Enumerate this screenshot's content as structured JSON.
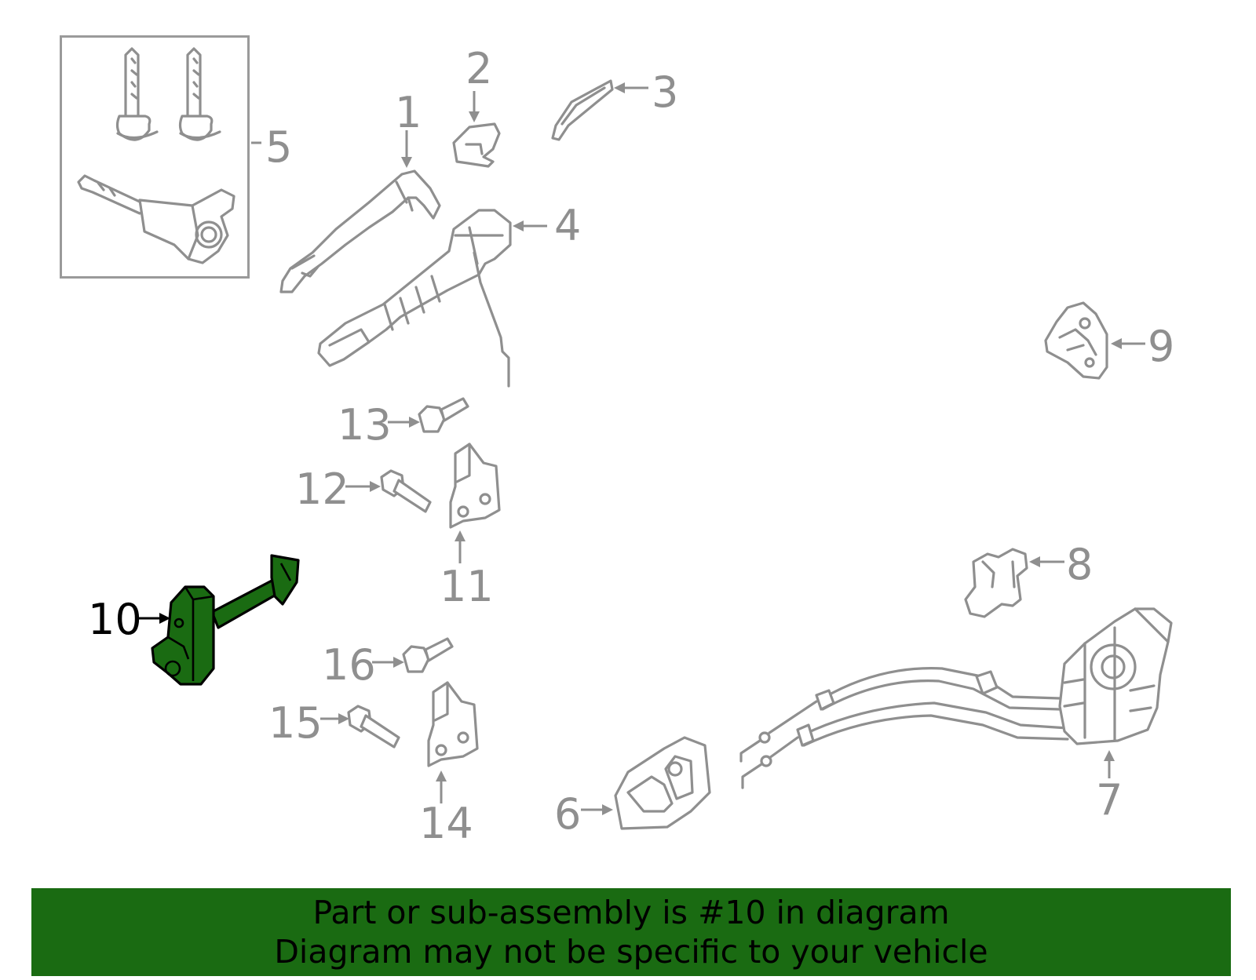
{
  "diagram": {
    "callouts": [
      {
        "id": "1",
        "label": "1"
      },
      {
        "id": "2",
        "label": "2"
      },
      {
        "id": "3",
        "label": "3"
      },
      {
        "id": "4",
        "label": "4"
      },
      {
        "id": "5",
        "label": "5"
      },
      {
        "id": "6",
        "label": "6"
      },
      {
        "id": "7",
        "label": "7"
      },
      {
        "id": "8",
        "label": "8"
      },
      {
        "id": "9",
        "label": "9"
      },
      {
        "id": "10",
        "label": "10"
      },
      {
        "id": "11",
        "label": "11"
      },
      {
        "id": "12",
        "label": "12"
      },
      {
        "id": "13",
        "label": "13"
      },
      {
        "id": "14",
        "label": "14"
      },
      {
        "id": "15",
        "label": "15"
      },
      {
        "id": "16",
        "label": "16"
      }
    ],
    "highlighted_part": "10",
    "highlight_color": "#1a6b12",
    "part_color": "#8f8f8f"
  },
  "banner": {
    "line1": "Part or sub-assembly is #10 in diagram",
    "line2": "Diagram may not be specific to your vehicle",
    "background": "#1a6b12"
  }
}
